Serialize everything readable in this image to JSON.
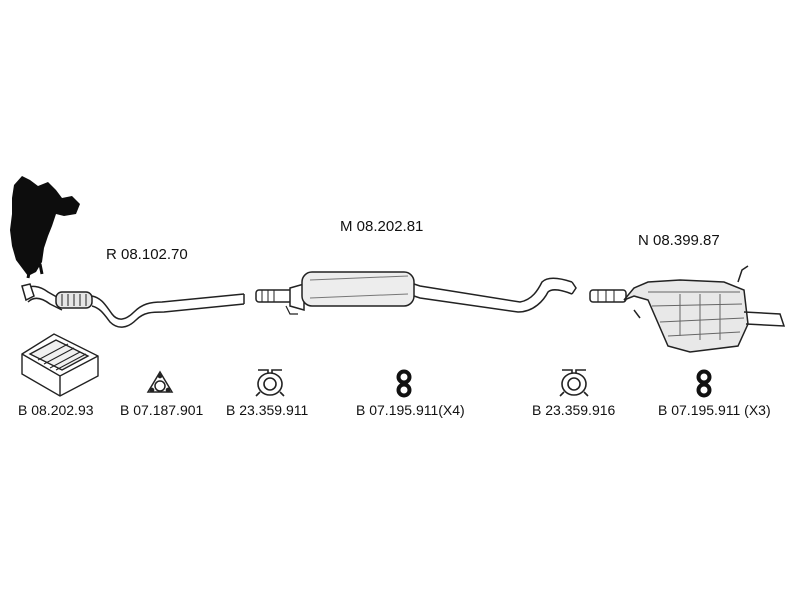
{
  "main_parts": [
    {
      "code": "R 08.102.70"
    },
    {
      "code": "M 08.202.81"
    },
    {
      "code": "N 08.399.87"
    }
  ],
  "small_parts": [
    {
      "code": "B 08.202.93"
    },
    {
      "code": "B 07.187.901"
    },
    {
      "code": "B 23.359.911"
    },
    {
      "code": "B 07.195.911",
      "qty": "(X4)"
    },
    {
      "code": "B 23.359.916"
    },
    {
      "code": "B 07.195.911",
      "qty": "(X3)"
    }
  ]
}
